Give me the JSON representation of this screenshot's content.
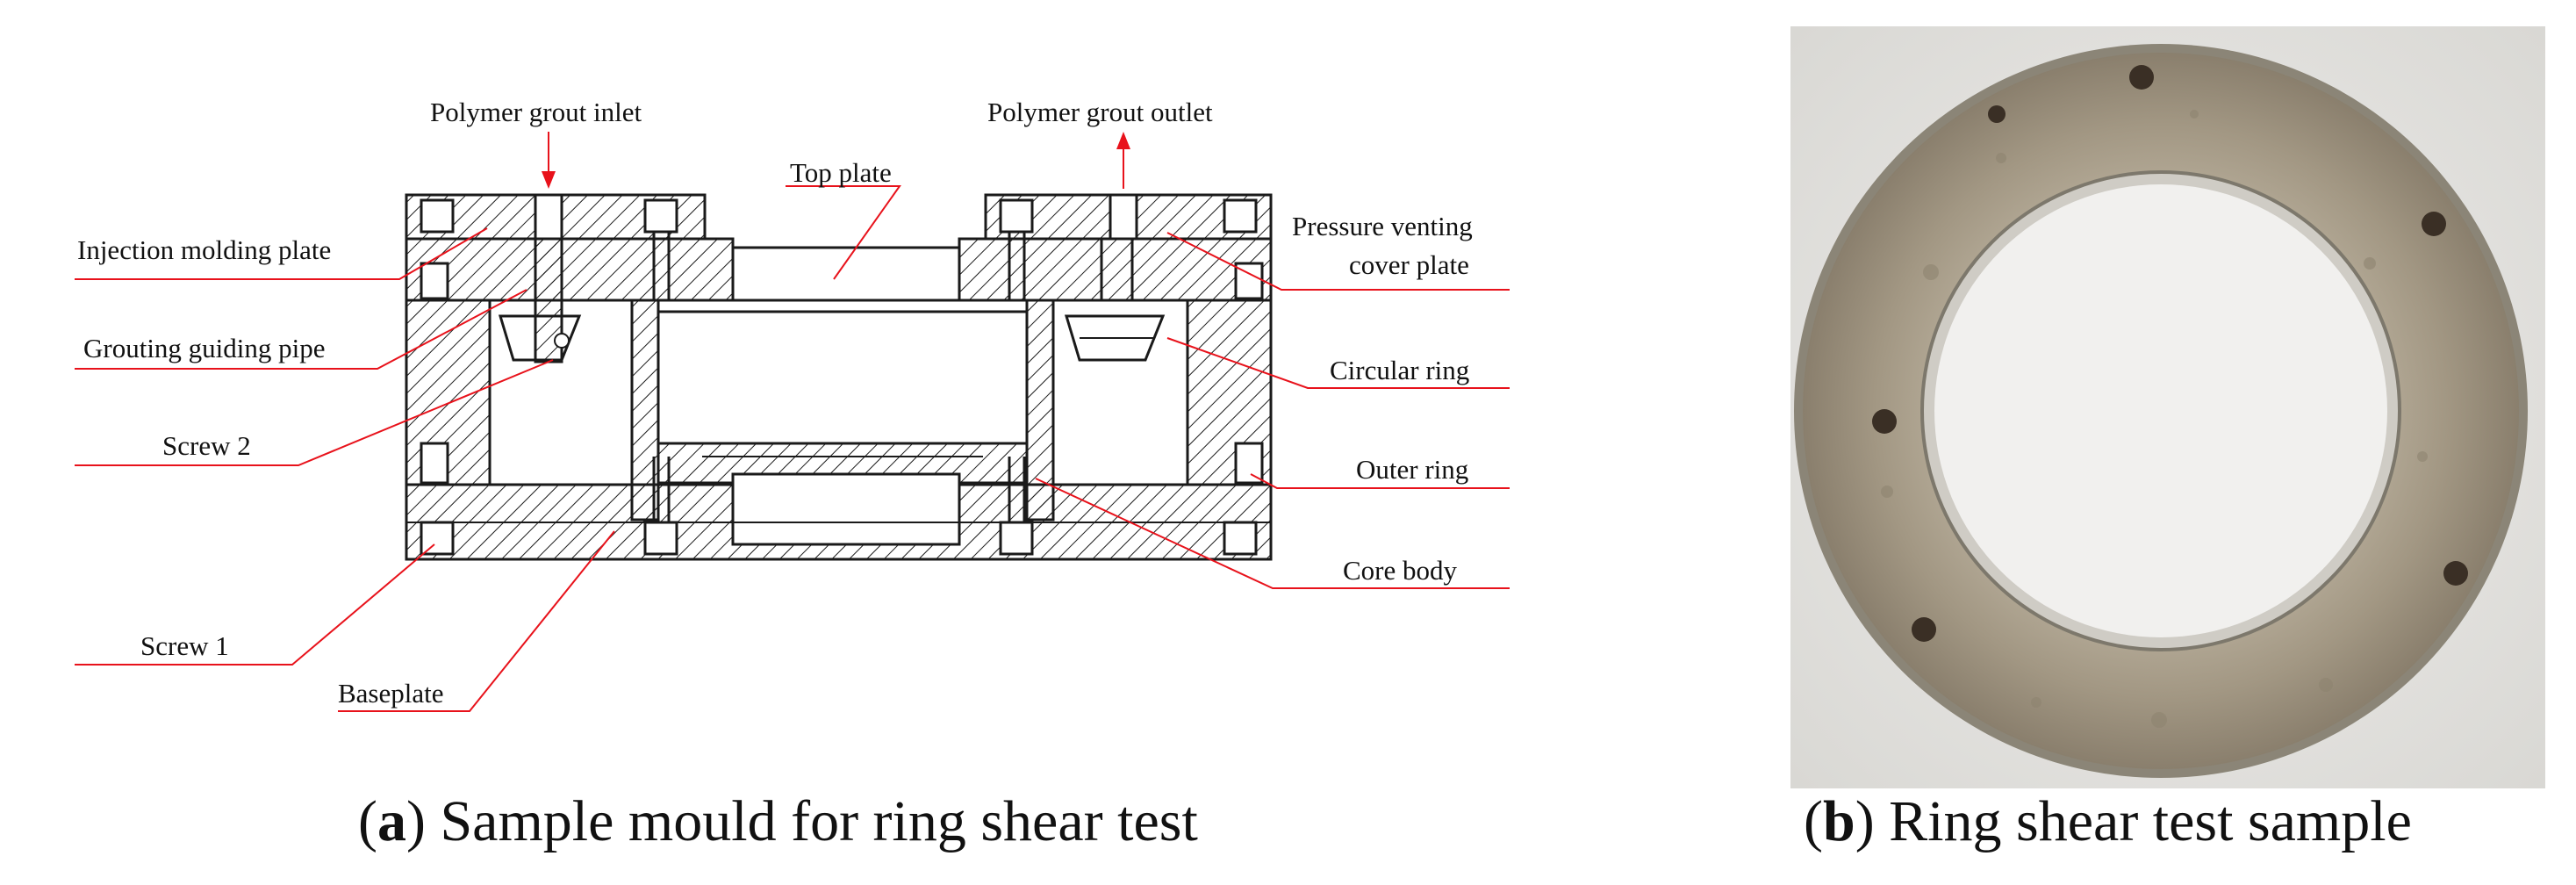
{
  "panel_a": {
    "labels": {
      "polymer_grout_inlet": "Polymer grout inlet",
      "polymer_grout_outlet": "Polymer grout outlet",
      "top_plate": "Top plate",
      "injection_molding_plate": "Injection molding plate",
      "pressure_venting_1": "Pressure venting",
      "pressure_venting_2": "cover plate",
      "grouting_guiding_pipe": "Grouting guiding pipe",
      "circular_ring": "Circular ring",
      "screw_2": "Screw 2",
      "outer_ring": "Outer ring",
      "core_body": "Core body",
      "screw_1": "Screw 1",
      "baseplate": "Baseplate"
    },
    "caption": {
      "open": "(",
      "letter": "a",
      "text": ") Sample mould for ring shear test"
    }
  },
  "panel_b": {
    "caption": {
      "open": "(",
      "letter": "b",
      "text": ") Ring shear test sample"
    }
  },
  "colors": {
    "leader_line": "#e8121b",
    "drawing_line": "#1a1a1a",
    "ring_body": "#a89d88",
    "photo_background": "#e8e7e3"
  }
}
